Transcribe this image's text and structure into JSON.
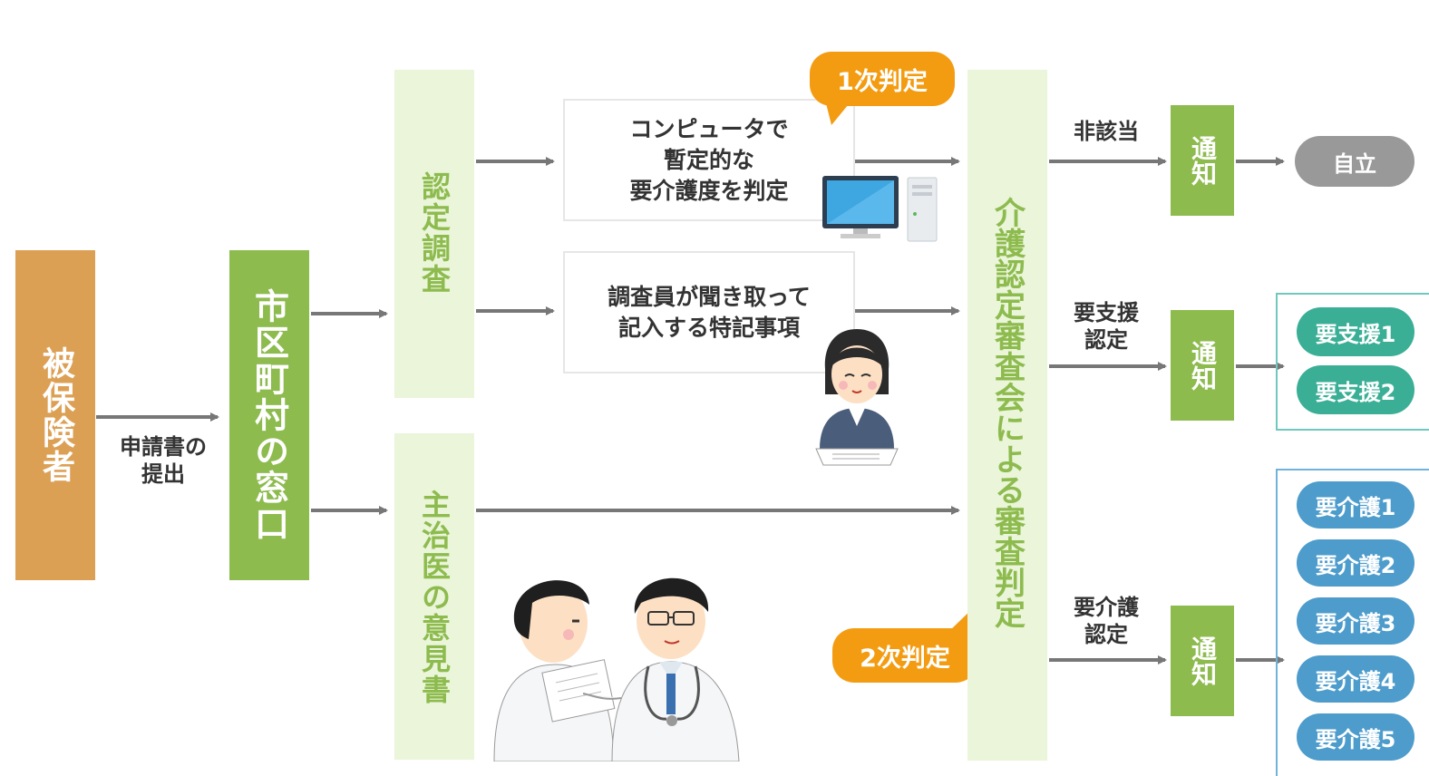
{
  "nodes": {
    "insured": "被保険者",
    "municipal_window": "市区町村の窓口",
    "certification_survey": "認定調査",
    "doctor_opinion": "主治医の意見書",
    "review_board": "介護認定審査会による審査判定"
  },
  "edge_labels": {
    "application": [
      "申請書の",
      "提出"
    ],
    "not_applicable": "非該当",
    "support_certified": [
      "要支援",
      "認定"
    ],
    "care_certified": [
      "要介護",
      "認定"
    ]
  },
  "boxes": {
    "computer": [
      "コンピュータで",
      "暫定的な",
      "要介護度を判定"
    ],
    "interviewer": [
      "調査員が聞き取って",
      "記入する特記事項"
    ]
  },
  "bubbles": {
    "first": "1次判定",
    "second": "2次判定"
  },
  "notify": [
    "通知",
    "通知",
    "通知"
  ],
  "outcomes": {
    "independent": "自立",
    "support": [
      "要支援1",
      "要支援2"
    ],
    "care": [
      "要介護1",
      "要介護2",
      "要介護3",
      "要介護4",
      "要介護5"
    ]
  },
  "colors": {
    "insured": "#dca055",
    "green": "#8dbb4e",
    "light_green": "#eaf5da",
    "bubble": "#f39c12",
    "independent": "#999999",
    "support": "#3aaf96",
    "care": "#4d9ccc",
    "arrow": "#777777"
  }
}
